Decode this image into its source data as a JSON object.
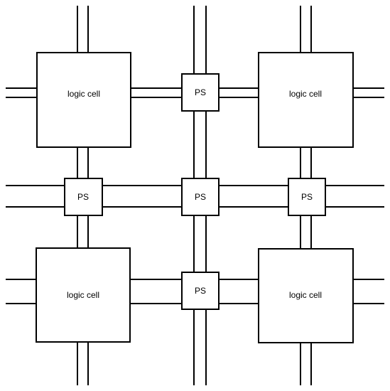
{
  "diagram": {
    "logic_cell_label": "logic cell",
    "switch_label": "PS",
    "logic_cells": [
      {
        "id": "logic-cell-top-left",
        "label": "logic cell"
      },
      {
        "id": "logic-cell-top-right",
        "label": "logic cell"
      },
      {
        "id": "logic-cell-bottom-left",
        "label": "logic cell"
      },
      {
        "id": "logic-cell-bottom-right",
        "label": "logic cell"
      }
    ],
    "switches": [
      {
        "id": "ps-top-center",
        "label": "PS"
      },
      {
        "id": "ps-middle-left",
        "label": "PS"
      },
      {
        "id": "ps-middle-center",
        "label": "PS"
      },
      {
        "id": "ps-middle-right",
        "label": "PS"
      },
      {
        "id": "ps-bottom-center",
        "label": "PS"
      }
    ],
    "colors": {
      "stroke": "#000000",
      "fill": "#ffffff",
      "text": "#000000"
    }
  }
}
